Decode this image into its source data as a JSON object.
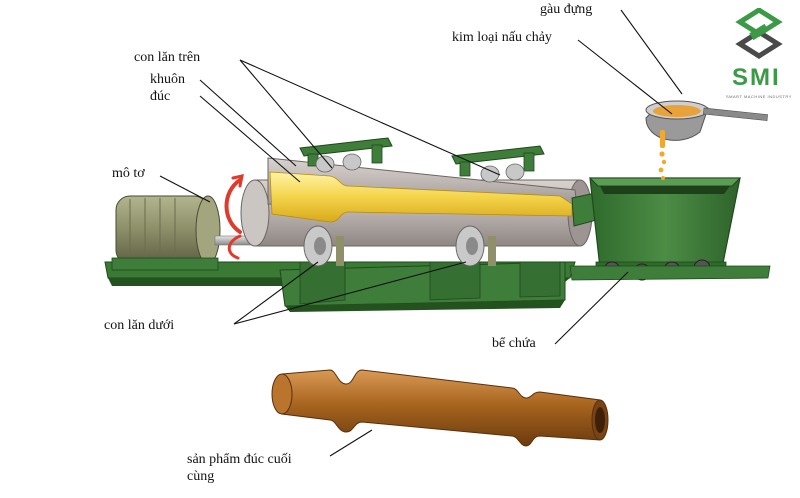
{
  "labels": {
    "ladle": "gàu đựng",
    "molten_metal": "kim loại nấu chảy",
    "upper_rollers": "con lăn trên",
    "mold_line1": "khuôn",
    "mold_line2": "đúc",
    "motor": "mô tơ",
    "lower_rollers": "con lăn dưới",
    "tank": "bể chứa",
    "product_line1": "sản phẩm đúc cuối",
    "product_line2": "cùng"
  },
  "logo": {
    "mark": "SMI",
    "tagline": "SMART MACHINE INDUSTRY"
  },
  "colors": {
    "machine_green": "#3f7d3a",
    "machine_green_dark": "#24521f",
    "mold_grey": "#b9b3b0",
    "molten_yellow": "#f4d44a",
    "product_brown": "#9a5a1e",
    "motor_olive": "#8c8e69",
    "logo_green": "#3c9a46"
  }
}
